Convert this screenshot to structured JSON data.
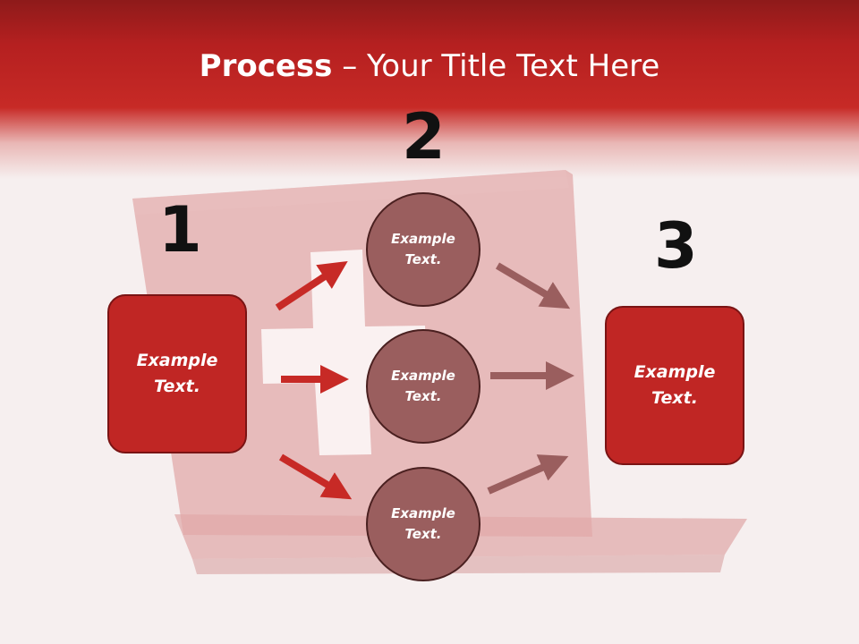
{
  "title": {
    "bold": "Process",
    "separator": " – ",
    "rest": "Your Title Text Here"
  },
  "steps": {
    "one": "1",
    "two": "2",
    "three": "3"
  },
  "left_box": {
    "text": "Example\nText."
  },
  "right_box": {
    "text": "Example\nText."
  },
  "circles": [
    {
      "text": "Example\nText."
    },
    {
      "text": "Example\nText."
    },
    {
      "text": "Example\nText."
    }
  ],
  "colors": {
    "header_red": "#c72a26",
    "box_red": "#c02624",
    "circle_mauve": "#9a5e5e",
    "arrow_red": "#c72a26",
    "arrow_muted": "#9a5e5e"
  }
}
